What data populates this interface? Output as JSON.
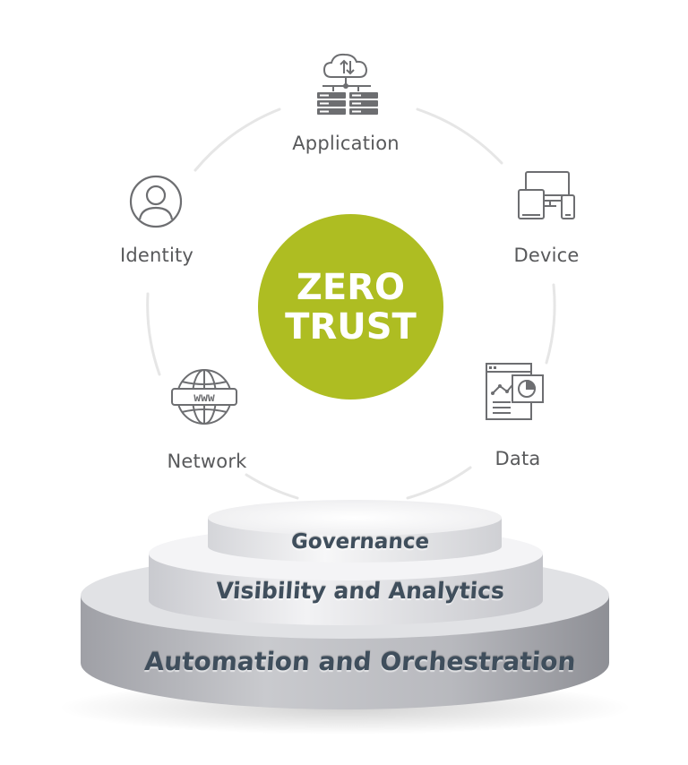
{
  "center": {
    "line1": "ZERO",
    "line2": "TRUST",
    "color": "#aebd22"
  },
  "pillars": [
    {
      "label": "Application",
      "icon": "cloud-servers-icon"
    },
    {
      "label": "Device",
      "icon": "devices-icon"
    },
    {
      "label": "Data",
      "icon": "data-report-icon"
    },
    {
      "label": "Network",
      "icon": "globe-www-icon"
    },
    {
      "label": "Identity",
      "icon": "user-circle-icon"
    }
  ],
  "foundation": [
    {
      "label": "Governance"
    },
    {
      "label": "Visibility and Analytics"
    },
    {
      "label": "Automation and Orchestration"
    }
  ],
  "colors": {
    "text": "#58595b",
    "tier_text": "#3f4e5c",
    "icon_stroke": "#6d6e71"
  }
}
